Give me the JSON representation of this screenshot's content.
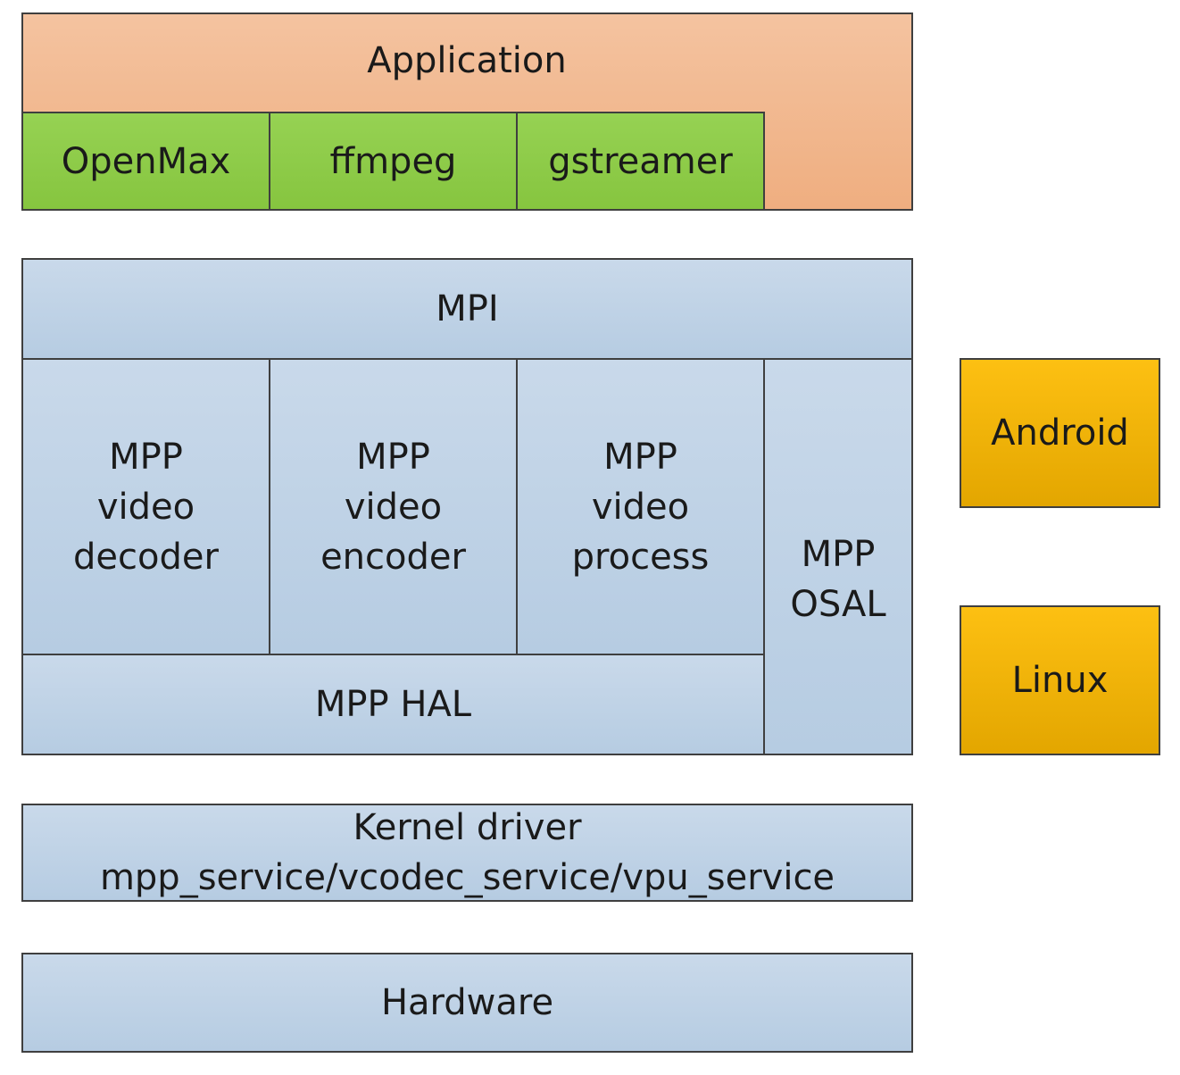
{
  "application": {
    "label": "Application",
    "frameworks": [
      "OpenMax",
      "ffmpeg",
      "gstreamer"
    ]
  },
  "mpp": {
    "mpi": "MPI",
    "modules": [
      "MPP\nvideo\ndecoder",
      "MPP\nvideo\nencoder",
      "MPP\nvideo\nprocess"
    ],
    "osal": "MPP\nOSAL",
    "hal": "MPP HAL"
  },
  "kernel": {
    "line1": "Kernel driver",
    "line2": "mpp_service/vcodec_service/vpu_service"
  },
  "hardware": "Hardware",
  "platforms": [
    "Android",
    "Linux"
  ],
  "colors": {
    "application": "#f0b48a",
    "framework": "#8dcb4a",
    "mpp": "#bed1e5",
    "platform": "#f5b400",
    "border": "#3f3f3f"
  }
}
